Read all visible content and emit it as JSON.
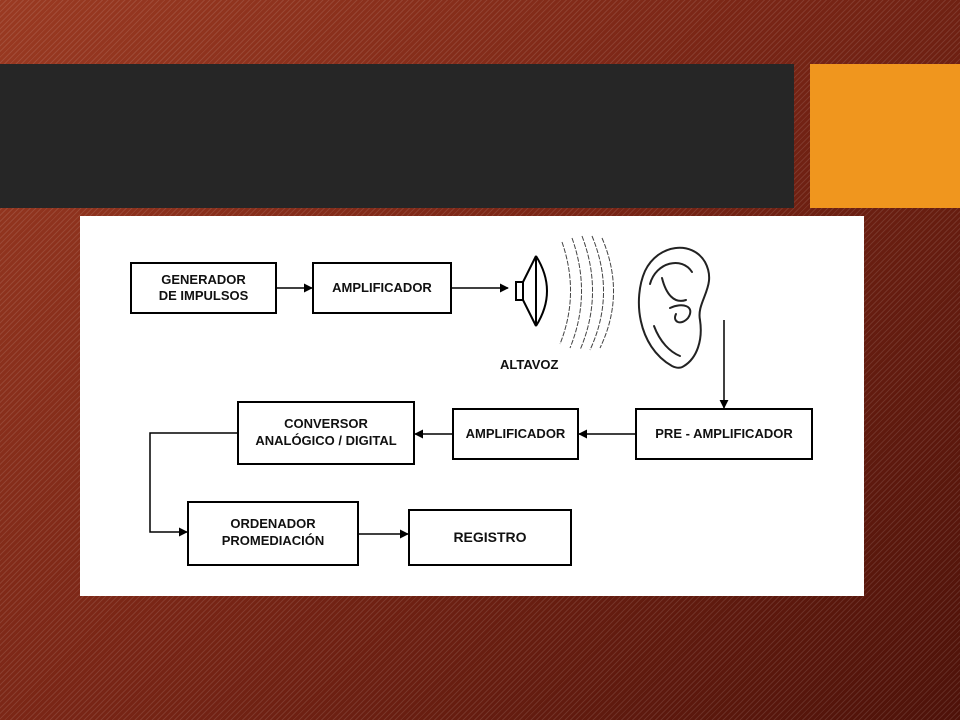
{
  "slide": {
    "title": "",
    "colors": {
      "header_bar": "#262626",
      "accent": "#f0961e",
      "background": "#7a2416",
      "panel": "#ffffff"
    }
  },
  "diagram": {
    "blocks": {
      "generador": [
        "GENERADOR",
        "DE IMPULSOS"
      ],
      "amplificador_1": [
        "AMPLIFICADOR"
      ],
      "conversor": [
        "CONVERSOR",
        "ANALÓGICO / DIGITAL"
      ],
      "amplificador_2": [
        "AMPLIFICADOR"
      ],
      "preamplificador": [
        "PRE - AMPLIFICADOR"
      ],
      "ordenador": [
        "ORDENADOR",
        "PROMEDIACIÓN"
      ],
      "registro": [
        "REGISTRO"
      ]
    },
    "labels": {
      "altavoz": "ALTAVOZ"
    },
    "icons": [
      "speaker-icon",
      "sound-waves-icon",
      "ear-icon"
    ],
    "flow": [
      "generador -> amplificador_1",
      "amplificador_1 -> altavoz",
      "ear -> preamplificador",
      "preamplificador -> amplificador_2",
      "amplificador_2 -> conversor",
      "conversor -> ordenador",
      "ordenador -> registro"
    ]
  }
}
